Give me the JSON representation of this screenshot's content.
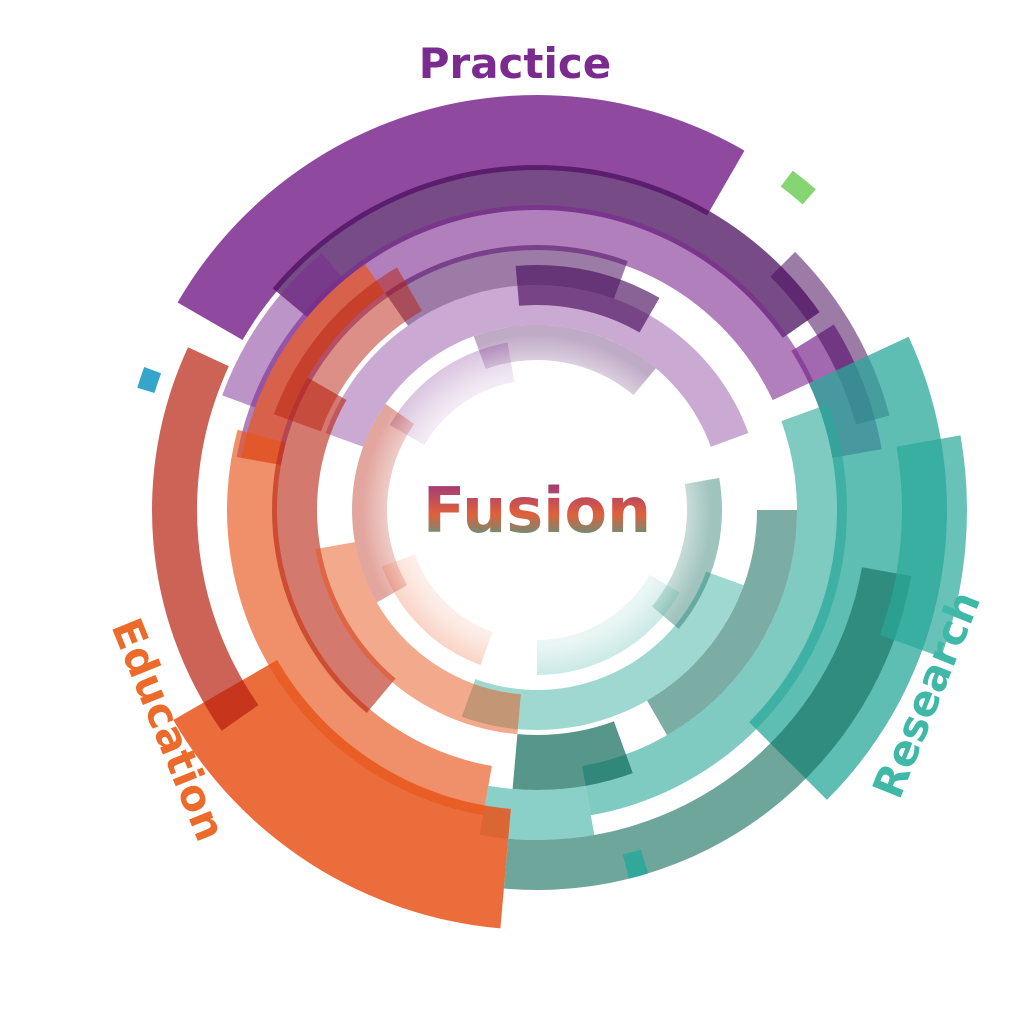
{
  "center_label": "Fusion",
  "sectors": [
    {
      "name": "Practice",
      "color": "#7b2a8f"
    },
    {
      "name": "Research",
      "color": "#2aa89a"
    },
    {
      "name": "Education",
      "color": "#e8541a"
    }
  ],
  "colors": {
    "practice": "#7b2a8f",
    "practice_dark": "#4a0f5e",
    "research": "#2aa89a",
    "research_dark": "#0f6a5a",
    "education": "#e8541a",
    "education_dark": "#b8200e",
    "accent_green": "#7ed36a",
    "accent_blue": "#2aa0c8"
  }
}
